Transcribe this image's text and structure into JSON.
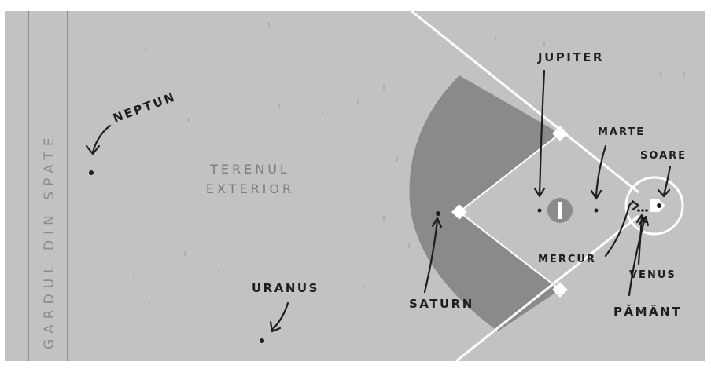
{
  "diagram": {
    "fence_label": "GARDUL DIN SPATE",
    "outfield_label_line1": "TERENUL",
    "outfield_label_line2": "EXTERIOR",
    "planets": {
      "neptun": "NEPTUN",
      "uranus": "URANUS",
      "saturn": "SATURN",
      "jupiter": "JUPITER",
      "marte": "MARTE",
      "soare": "SOARE",
      "mercur": "MERCUR",
      "venus": "VENUS",
      "pamant": "PĂMÂNT"
    }
  },
  "colors": {
    "field": "#c2c2c2",
    "infield_dirt": "#8a8a8a",
    "lines": "#ffffff",
    "ink": "#1e1e1e",
    "background": "#ffffff"
  }
}
